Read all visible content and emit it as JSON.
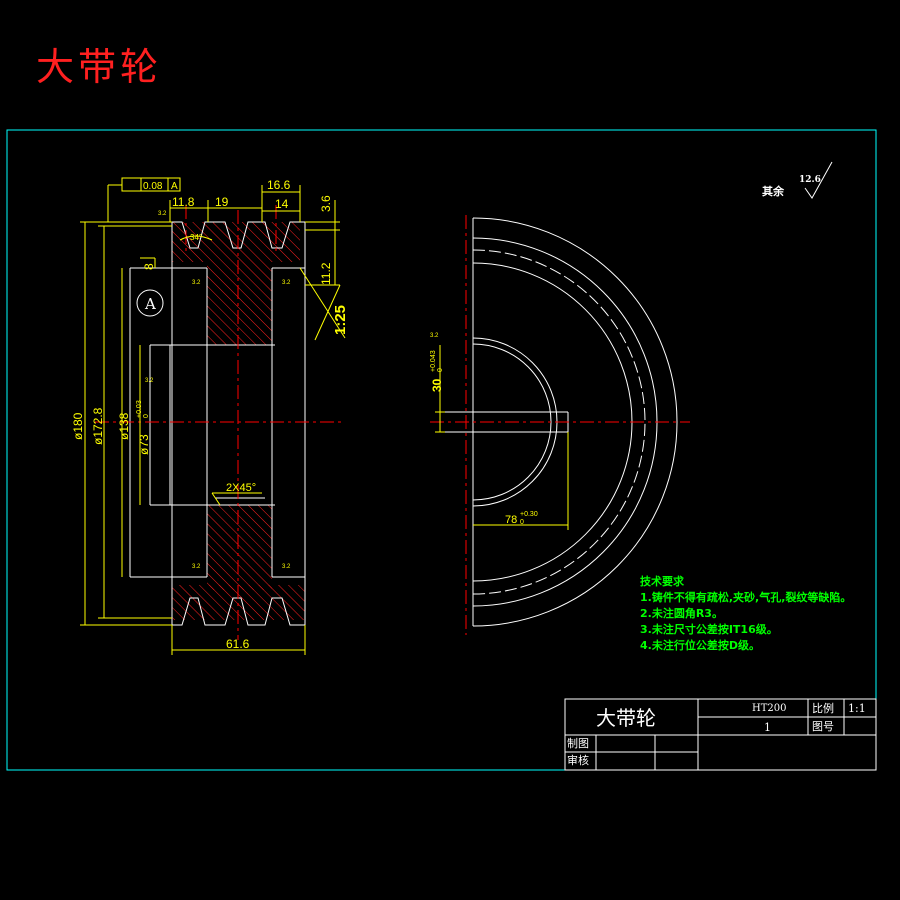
{
  "title": "大带轮",
  "datum": {
    "tolerance": "0.08",
    "ref": "A",
    "label": "A"
  },
  "dimensions": {
    "d_11_8": "11.8",
    "d_19": "19",
    "d_16_6": "16.6",
    "d_14": "14",
    "d_3_6": "3.6",
    "d_11_2": "11.2",
    "d_8": "8",
    "d_taper": "1:25",
    "d_34": "34°",
    "dia_180": "ø180",
    "dia_172_8": "ø172.8",
    "dia_138": "ø138",
    "dia_73": "ø73",
    "dia_73_tol": "+0.03",
    "dia_73_tol_low": "0",
    "chamfer": "2X45°",
    "d_61_6": "61.6",
    "keyway_30": "30",
    "keyway_30_tol": "+0.043",
    "keyway_30_tol_low": "0",
    "keyway_78": "78",
    "keyway_78_tol": "+0.30",
    "keyway_78_tol_low": "0"
  },
  "roughness": {
    "value": "12.6",
    "label": "其余",
    "mark": "3.2"
  },
  "tech_requirements": {
    "heading": "技术要求",
    "items": [
      "1.铸件不得有疏松,夹砂,气孔,裂纹等缺陷。",
      "2.未注圆角R3。",
      "3.未注尺寸公差按IT16级。",
      "4.未注行位公差按D级。"
    ]
  },
  "title_block": {
    "part_name": "大带轮",
    "material": "HT200",
    "scale_label": "比例",
    "scale_value": "1:1",
    "quantity": "1",
    "drawing_no_label": "图号",
    "drawn_by_label": "制图",
    "checked_by_label": "审核"
  },
  "colors": {
    "frame": "#00ffff",
    "dims": "#ffff00",
    "outline": "#ffffff",
    "center": "#ff0000",
    "notes": "#00ff00",
    "title": "#ff2020"
  }
}
